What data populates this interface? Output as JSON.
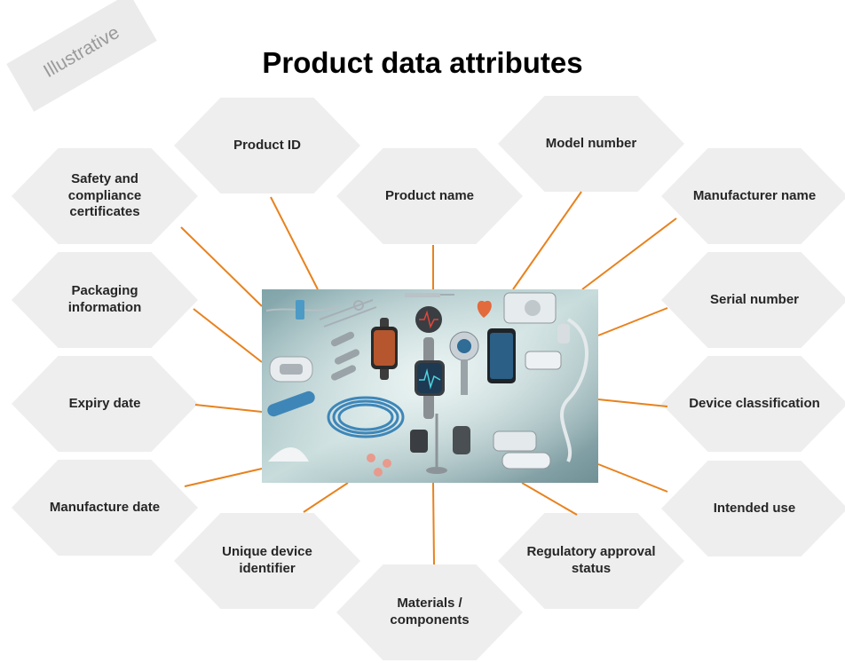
{
  "title": "Product data attributes",
  "stamp": "Illustrative",
  "colors": {
    "hex_fill": "#eeeeee",
    "connector": "#e8821e",
    "title": "#000000",
    "label": "#262626"
  },
  "attributes": [
    "Product ID",
    "Model number",
    "Product name",
    "Safety and compliance certificates",
    "Manufacturer name",
    "Packaging information",
    "Serial number",
    "Expiry date",
    "Device classification",
    "Manufacture date",
    "Intended use",
    "Unique device identifier",
    "Regulatory approval status",
    "Materials / components"
  ]
}
